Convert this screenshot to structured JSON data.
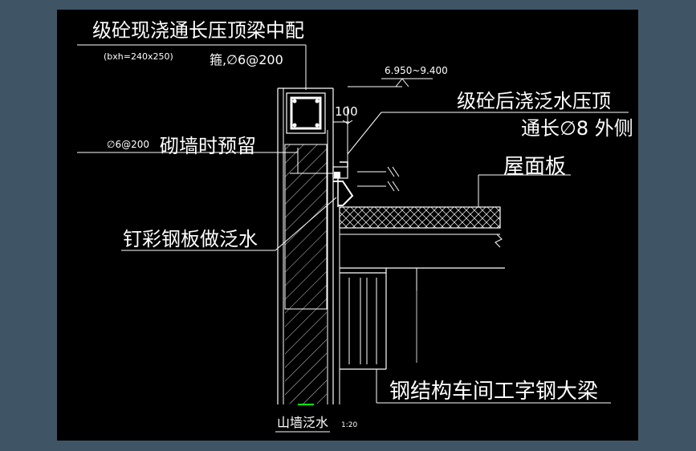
{
  "labels": {
    "top_title": "级砼现浇通长压顶梁中配",
    "beam_dim": "(bxh=240x250)",
    "stirrup": "箍,∅6@200",
    "elevation": "6.950~9.400",
    "right_note_1": "级砼后浇泛水压顶",
    "right_note_2": "通长∅8 外侧",
    "spacing_left": "∅6@200",
    "reserve": "砌墙时预留",
    "roof_slab": "屋面板",
    "flashing": "钉彩钢板做泛水",
    "steel_beam": "钢结构车间工字钢大梁",
    "drawing_title": "山墙泛水",
    "scale": "1:20",
    "dim_100": "100"
  },
  "colors": {
    "background_frame": "#3f5566",
    "canvas": "#000000",
    "lines": "#ffffff",
    "accent_green": "#00ff00"
  }
}
